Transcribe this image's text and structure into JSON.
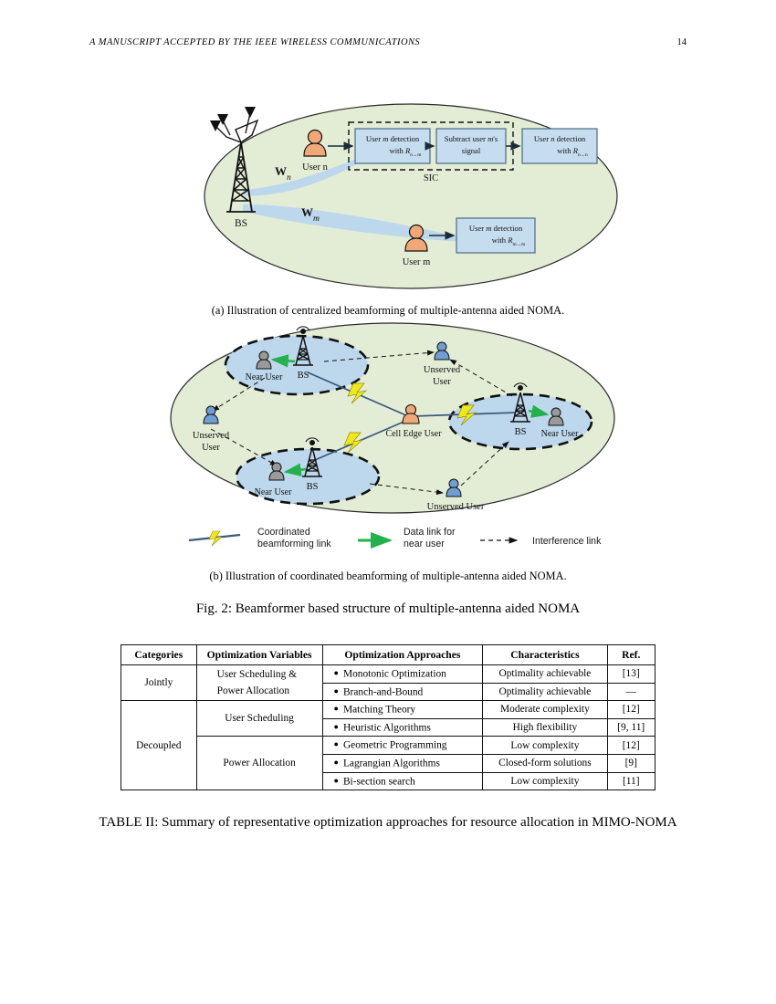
{
  "runninghead": {
    "title": "A MANUSCRIPT ACCEPTED BY THE IEEE WIRELESS COMMUNICATIONS",
    "page_number": "14"
  },
  "figure": {
    "number": "Fig. 2:",
    "main_caption": "Fig. 2: Beamformer based structure of multiple-antenna aided NOMA",
    "subcaption_a": "(a) Illustration of centralized beamforming of multiple-antenna aided NOMA.",
    "subcaption_b": "(b) Illustration of coordinated beamforming of multiple-antenna aided NOMA."
  },
  "fig_a": {
    "bs_label": "BS",
    "beam_n_label": "W",
    "beam_n_sub": "n",
    "beam_m_label": "W",
    "beam_m_sub": "m",
    "user_n_label": "User n",
    "user_m_label": "User m",
    "sic_label": "SIC",
    "box1_line1_pre": "User ",
    "box1_line1_italic": "m",
    "box1_line1_post": " detection",
    "box1_line2_pre": "with ",
    "box1_line2_sym": "R",
    "box1_line2_sub": "n→m",
    "box2_line1_pre": "Subtract user ",
    "box2_line1_italic": "m",
    "box2_line1_post": "'s",
    "box2_line2": "signal",
    "box3_line1_pre": "User ",
    "box3_line1_italic": "n",
    "box3_line1_post": " detection",
    "box3_line2_pre": "with ",
    "box3_line2_sym": "R",
    "box3_line2_sub": "n→n",
    "box4_line1_pre": "User ",
    "box4_line1_italic": "m",
    "box4_line1_post": " detection",
    "box4_line2_pre": "with ",
    "box4_line2_sym": "R",
    "box4_line2_sub": "m→m"
  },
  "fig_b": {
    "bs_label": "BS",
    "near_user_label": "Near User",
    "unserved_user_label": "Unserved User",
    "unserved_user_label_l1": "Unserved",
    "unserved_user_label_l2": "User",
    "cell_edge_user_label": "Cell Edge User",
    "cells": [
      {
        "id": "top-left",
        "bs": "BS",
        "near_user": "Near User"
      },
      {
        "id": "right",
        "bs": "BS",
        "near_user": "Near User"
      },
      {
        "id": "bottom-left",
        "bs": "BS",
        "near_user": "Near User"
      }
    ],
    "unserved_users": [
      {
        "id": "top-right",
        "line1": "Unserved",
        "line2": "User"
      },
      {
        "id": "left",
        "line1": "Unserved",
        "line2": "User"
      },
      {
        "id": "bottom-right",
        "line1": "Unserved User",
        "line2": ""
      }
    ]
  },
  "legend": {
    "items": [
      {
        "icon": "coordinated-beamforming-icon",
        "line1": "Coordinated",
        "line2": "beamforming link"
      },
      {
        "icon": "green-arrow-icon",
        "line1": "Data link for",
        "line2": "near user"
      },
      {
        "icon": "dashed-arrow-icon",
        "line1": "Interference link",
        "line2": ""
      }
    ]
  },
  "table": {
    "caption": "TABLE II: Summary of representative optimization approaches for resource allocation in MIMO-NOMA",
    "headers": [
      "Categories",
      "Optimization Variables",
      "Optimization Approaches",
      "Characteristics",
      "Ref."
    ],
    "groups": [
      {
        "category": "Jointly",
        "variable_lines": [
          "User Scheduling &",
          "Power Allocation"
        ],
        "variable_rowspan": 2,
        "rows": [
          {
            "approach": "Monotonic Optimization",
            "characteristic": "Optimality achievable",
            "ref": "[13]"
          },
          {
            "approach": "Branch-and-Bound",
            "characteristic": "Optimality achievable",
            "ref": "—"
          }
        ]
      },
      {
        "category": "Decoupled",
        "subgroups": [
          {
            "variable_lines": [
              "User Scheduling"
            ],
            "rows": [
              {
                "approach": "Matching Theory",
                "characteristic": "Moderate complexity",
                "ref": "[12]"
              },
              {
                "approach": "Heuristic Algorithms",
                "characteristic": "High flexibility",
                "ref": "[9, 11]"
              }
            ]
          },
          {
            "variable_lines": [
              "Power Allocation"
            ],
            "rows": [
              {
                "approach": "Geometric Programming",
                "characteristic": "Low complexity",
                "ref": "[12]"
              },
              {
                "approach": "Lagrangian Algorithms",
                "characteristic": "Closed-form solutions",
                "ref": "[9]"
              },
              {
                "approach": "Bi-section search",
                "characteristic": "Low complexity",
                "ref": "[11]"
              }
            ]
          }
        ]
      }
    ],
    "bullet": "●"
  },
  "colors": {
    "cell_green": "#e3edd6",
    "cell_blue": "#bdd7ec",
    "box_blue": "#c6dcef",
    "green_arrow": "#22b14c",
    "lightning": "#efe81f",
    "beam_line": "#3b5a7a",
    "user_orange": "#f0a878",
    "user_grey": "#9a9a9a",
    "user_blue": "#6f9fd0"
  }
}
